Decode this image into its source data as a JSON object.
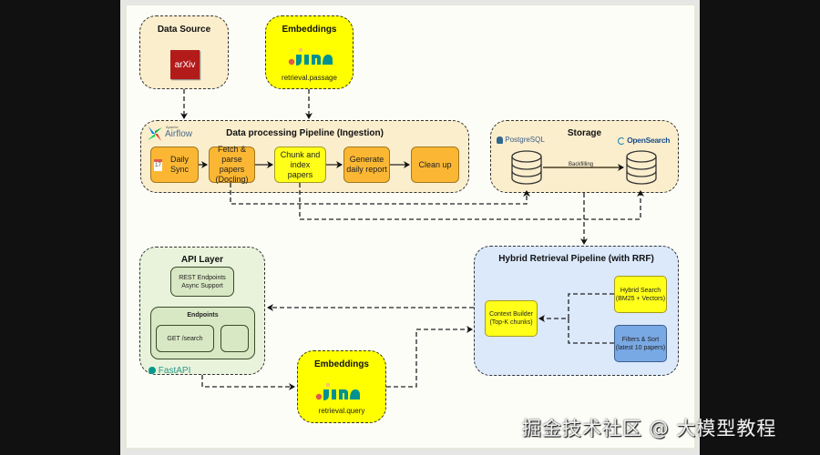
{
  "data_source": {
    "title": "Data Source",
    "logo": "arXiv"
  },
  "embeddings_passage": {
    "title": "Embeddings",
    "logo": "jina",
    "caption": "retrieval.passage"
  },
  "ingestion": {
    "title": "Data processing Pipeline (Ingestion)",
    "logo": "Airflow",
    "logo_small": "Apache",
    "steps": [
      {
        "label": "Daily Sync",
        "icon": "calendar-icon",
        "calendar_text": "17"
      },
      {
        "label": "Fetch & parse papers (Docling)"
      },
      {
        "label": "Chunk and index papers"
      },
      {
        "label": "Generate daily report"
      },
      {
        "label": "Clean up"
      }
    ]
  },
  "storage": {
    "title": "Storage",
    "postgres_label": "PostgreSQL",
    "opensearch_label": "OpenSearch",
    "edge_label": "Backfilling"
  },
  "api_layer": {
    "title": "API Layer",
    "rest_box": "REST Endpoints Async Support",
    "endpoints_title": "Endpoints",
    "endpoint_items": [
      "GET /search",
      ""
    ],
    "logo": "FastAPI"
  },
  "retrieval": {
    "title": "Hybrid Retrieval Pipeline (with RRF)",
    "context_builder": "Context Builder (Top-K chunks)",
    "hybrid_search": "Hybrid Search (BM25 + Vectors)",
    "filters_sort": "Filters & Sort (latest 10 papers)"
  },
  "embeddings_query": {
    "title": "Embeddings",
    "logo": "jina",
    "caption": "retrieval.query"
  },
  "watermark": "掘金技术社区 @ 大模型教程",
  "colors": {
    "background": "#111111",
    "paper": "#fdfdf8",
    "cream_group": "#fbeecd",
    "yellow": "#ffff00",
    "orange_step": "#fbb733",
    "green_group": "#e9f3dc",
    "blue_group": "#dbe9fb",
    "filters_blue": "#79a9e4",
    "arxiv_red": "#b31b1b",
    "jina_teal": "#009191"
  }
}
